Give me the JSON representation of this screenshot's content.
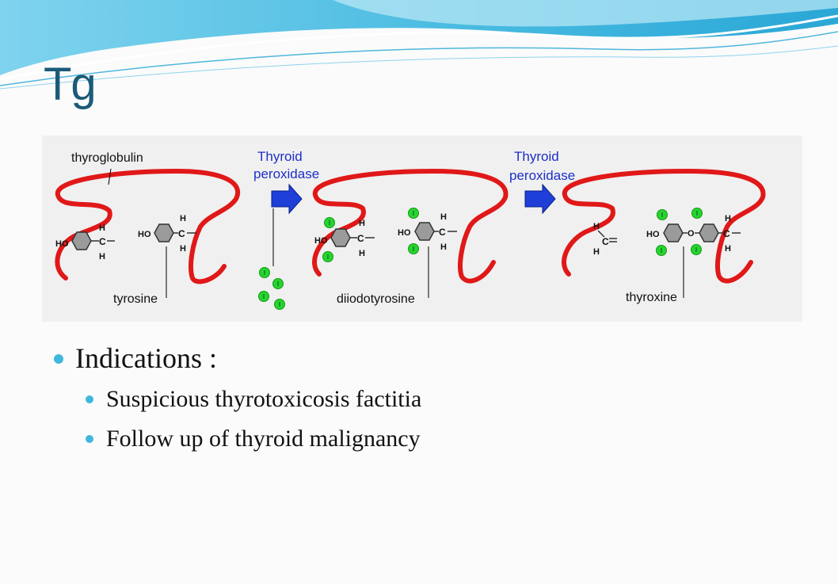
{
  "slide": {
    "title": "Tg"
  },
  "figure": {
    "labels": {
      "thyroglobulin": "thyroglobulin",
      "enzyme_1_line1": "Thyroid",
      "enzyme_1_line2": "peroxidase",
      "enzyme_2_line1": "Thyroid",
      "enzyme_2_line2": "peroxidase",
      "tyrosine": "tyrosine",
      "diiodotyrosine": "diiodotyrosine",
      "thyroxine": "thyroxine"
    },
    "atoms": {
      "ho": "HO",
      "c": "C",
      "h": "H",
      "o": "O",
      "iodine": "I"
    },
    "colors": {
      "protein": "#e01818",
      "arrow": "#1f3fd8",
      "enzyme_text": "#1d2fc8",
      "iodine": "#27d42c",
      "ring": "#8a8a8a"
    }
  },
  "bullets": {
    "heading": "Indications :",
    "items": [
      "Suspicious thyrotoxicosis factitia",
      "Follow up of thyroid malignancy"
    ]
  }
}
